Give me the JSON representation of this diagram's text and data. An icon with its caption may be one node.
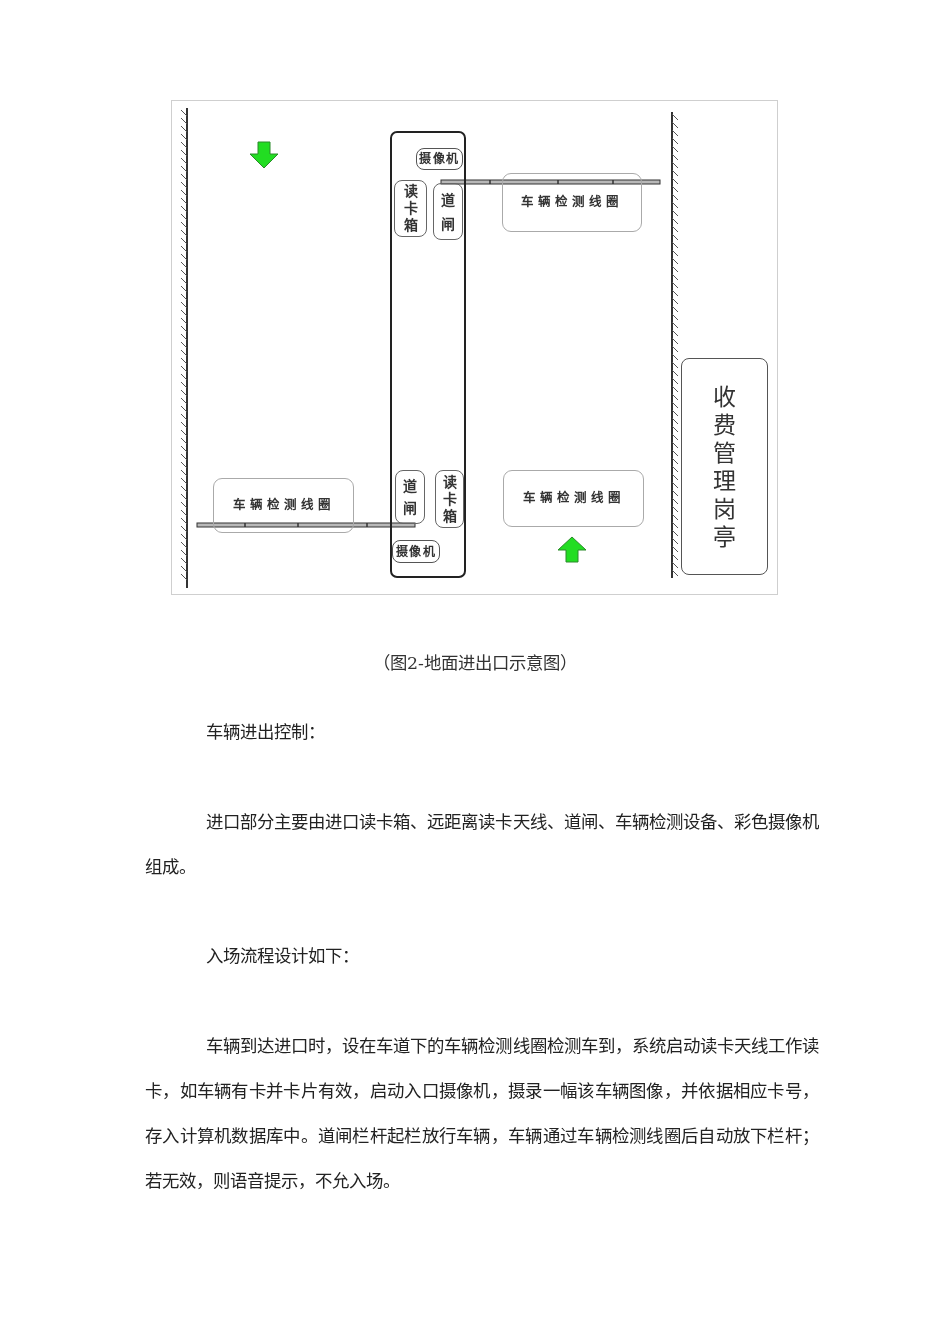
{
  "diagram": {
    "caption": "（图2-地面进出口示意图）",
    "nodes": [
      {
        "text": [],
        "shape": "box"
      },
      {
        "text": [
          "摄像机"
        ],
        "in": 0
      },
      {
        "text": [
          "读卡箱"
        ],
        "in": 0
      },
      {
        "text": [
          "道闸"
        ],
        "in": 0
      },
      {
        "text": [
          "车辆检测线圈"
        ]
      },
      {
        "text": [
          "收费管理岗亭"
        ]
      },
      {
        "text": [
          "车辆检测线圈"
        ]
      },
      {
        "text": [
          "道闸"
        ],
        "in": 0
      },
      {
        "text": [
          "读卡箱"
        ],
        "in": 0
      },
      {
        "text": [
          "车辆检测线圈"
        ]
      },
      {
        "text": [
          "摄像机"
        ],
        "in": 0
      }
    ],
    "labels": [
      "车辆进出控制：",
      "进口部分主要由进口读卡箱、远距离读卡天线、道闸、车辆检测设备、彩色摄像机组成。",
      "入场流程设计如下：",
      "车辆到达进口时，设在车道下的车辆检测线圈检测车到，系统启动读卡天线工作读卡，如车辆有卡并卡片有效，启动入口摄像机，摄录一幅该车辆图像，并依据相应卡号，存入计算机数据库中。道闸栏杆起栏放行车辆，车辆通过车辆检测线圈后自动放下栏杆；若无效，则语音提示，不允入场。"
    ]
  }
}
